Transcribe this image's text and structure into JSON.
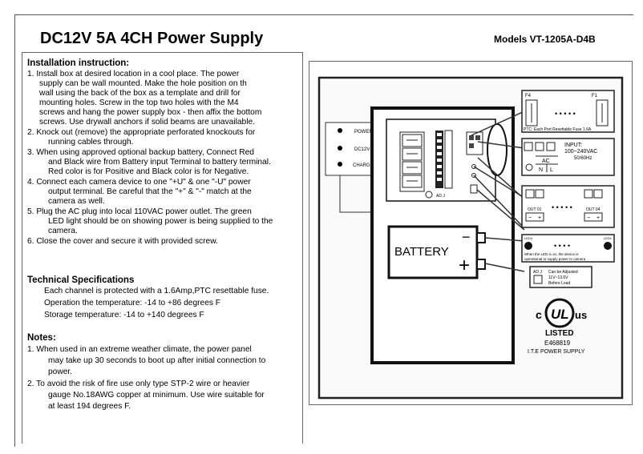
{
  "header": {
    "title": "DC12V 5A 4CH Power Supply",
    "model": "Models VT-1205A-D4B"
  },
  "installation": {
    "title": "Installation instruction:",
    "lines": [
      "1.    Install box at desired location in a cool place. The power",
      "supply can be wall mounted. Make the hole position on th",
      "wall using the back of the box as a template and drill for",
      "mounting holes. Screw in the top two holes with the M4",
      "screws and hang the power supply box - then affix the bottom",
      "screws. Use drywall anchors if solid beams are unavailable.",
      "2.  Knock out (remove) the appropriate perforated knockouts for",
      "running cables through.",
      "3.  When using approved optional backup battery,  Connect Red",
      "and Black wire from Battery input Terminal to battery terminal.",
      "Red color is for Positive and Black color is for Negative.",
      "4.  Connect each camera device to one \"+U\" & one \"-U\" power",
      "output terminal.  Be careful that the \"+\" & \"-\" match at the",
      "camera as well.",
      "5.  Plug the AC plug into local 110VAC power outlet. The green",
      "LED light should be on showing power is being supplied to the",
      "camera.",
      "6.  Close the cover and secure it with provided screw."
    ]
  },
  "specs": {
    "title": "Technical Specifications",
    "lines": [
      "Each channel is protected with a 1.6Amp,PTC resettable fuse.",
      "Operation the temperature: -14 to +86 degrees F",
      "Storage temperature: -14 to +140 degrees F"
    ]
  },
  "notes": {
    "title": "Notes:",
    "lines": [
      "1.  When used in an extreme weather climate, the power panel",
      "may take up 30 seconds to boot up after initial connection to",
      "power.",
      "2.  To avoid the risk of fire use only type STP-2 wire or heavier",
      "gauge No.18AWG copper at minimum. Use wire suitable for",
      "at least 194 degrees F."
    ]
  },
  "diagram": {
    "side_labels": [
      "POWER",
      "DC12V",
      "CHARGE"
    ],
    "fuse_left": "F4",
    "fuse_right": "F1",
    "fuse_dots": "• • • • •",
    "fuse_caption": "PTC: Each Port Resettable Fuse 1.6A",
    "input_line1": "INPUT:",
    "input_line2": "100~240VAC",
    "input_line3": "50/60Hz",
    "ac_label": "AC",
    "n_label": "N",
    "l_label": "L",
    "out_left": "OUT 01",
    "out_right": "OUT 04",
    "out_dots": "• • • • •",
    "minus": "−",
    "plus": "+",
    "led_left": "LED4",
    "led_right": "LED1",
    "led_dots": "• • • •",
    "led_caption1": "When the LED is on, the device is",
    "led_caption2": "operational to supply power to camera",
    "adj_label": "AD J",
    "adj_line1": "Can be Adjusted",
    "adj_line2": "11V~13.6V",
    "adj_line3": "Before Load",
    "board_adj": "AD J",
    "battery": "BATTERY",
    "bat_minus": "−",
    "bat_plus": "+",
    "ul_c": "c",
    "ul_us": "us",
    "ul_mark": "UL",
    "ul_listed": "LISTED",
    "ul_number": "E468819",
    "ul_ite": "I.T.E POWER SUPPLY"
  }
}
